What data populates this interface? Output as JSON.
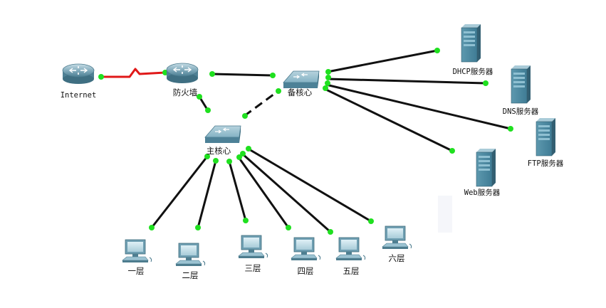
{
  "diagram": {
    "colors": {
      "link": "#111111",
      "serial_link": "#e01818",
      "port": "#1fe01f",
      "device_light": "#7fb6cc",
      "device_dark": "#3d7f9a"
    },
    "nodes": [
      {
        "id": "internet",
        "icon": "router-icon",
        "label": "Internet"
      },
      {
        "id": "firewall",
        "icon": "router-icon",
        "label": "防火墙"
      },
      {
        "id": "backup_core",
        "icon": "switch-icon",
        "label": "备核心"
      },
      {
        "id": "main_core",
        "icon": "switch-icon",
        "label": "主核心"
      },
      {
        "id": "dhcp",
        "icon": "server-icon",
        "label": "DHCP服务器"
      },
      {
        "id": "dns",
        "icon": "server-icon",
        "label": "DNS服务器"
      },
      {
        "id": "ftp",
        "icon": "server-icon",
        "label": "FTP服务器"
      },
      {
        "id": "web",
        "icon": "server-icon",
        "label": "Web服务器"
      },
      {
        "id": "floor1",
        "icon": "pc-icon",
        "label": "一层"
      },
      {
        "id": "floor2",
        "icon": "pc-icon",
        "label": "二层"
      },
      {
        "id": "floor3",
        "icon": "pc-icon",
        "label": "三层"
      },
      {
        "id": "floor4",
        "icon": "pc-icon",
        "label": "四层"
      },
      {
        "id": "floor5",
        "icon": "pc-icon",
        "label": "五层"
      },
      {
        "id": "floor6",
        "icon": "pc-icon",
        "label": "六层"
      }
    ],
    "links": [
      {
        "from": "internet",
        "to": "firewall",
        "type": "serial"
      },
      {
        "from": "firewall",
        "to": "backup_core",
        "type": "straight"
      },
      {
        "from": "firewall",
        "to": "main_core",
        "type": "straight"
      },
      {
        "from": "main_core",
        "to": "backup_core",
        "type": "dashed"
      },
      {
        "from": "backup_core",
        "to": "dhcp",
        "type": "straight"
      },
      {
        "from": "backup_core",
        "to": "dns",
        "type": "straight"
      },
      {
        "from": "backup_core",
        "to": "ftp",
        "type": "straight"
      },
      {
        "from": "backup_core",
        "to": "web",
        "type": "straight"
      },
      {
        "from": "main_core",
        "to": "floor1",
        "type": "straight"
      },
      {
        "from": "main_core",
        "to": "floor2",
        "type": "straight"
      },
      {
        "from": "main_core",
        "to": "floor3",
        "type": "straight"
      },
      {
        "from": "main_core",
        "to": "floor4",
        "type": "straight"
      },
      {
        "from": "main_core",
        "to": "floor5",
        "type": "straight"
      },
      {
        "from": "main_core",
        "to": "floor6",
        "type": "straight"
      }
    ]
  }
}
